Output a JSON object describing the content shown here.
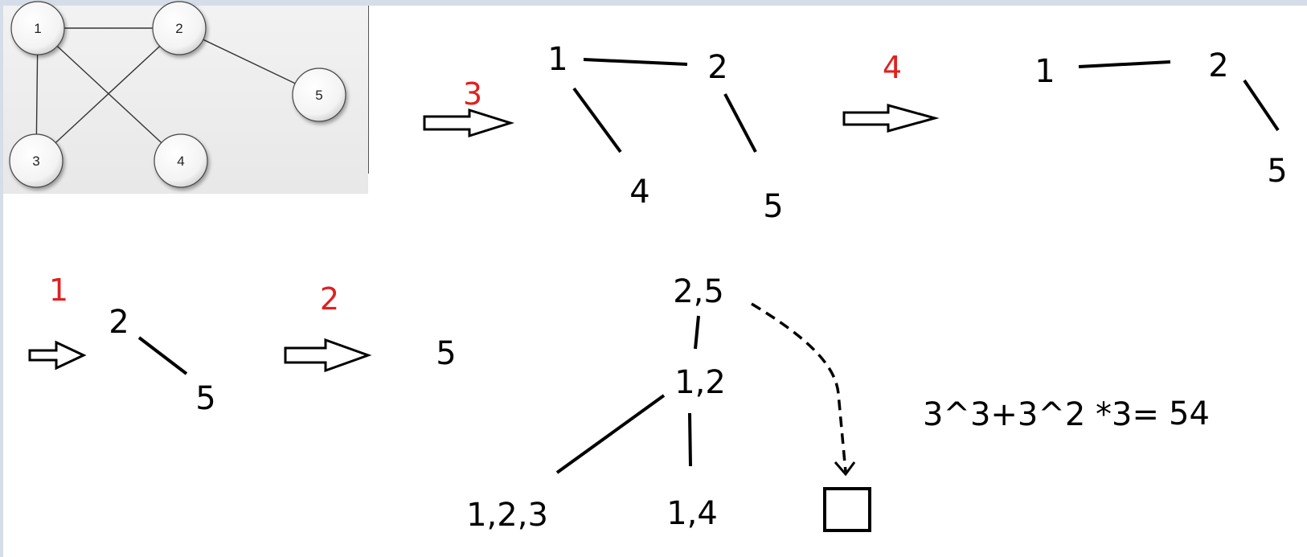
{
  "input_graph": {
    "nodes": [
      "1",
      "2",
      "3",
      "4",
      "5"
    ],
    "edges": [
      [
        "1",
        "2"
      ],
      [
        "1",
        "3"
      ],
      [
        "1",
        "4"
      ],
      [
        "2",
        "3"
      ],
      [
        "2",
        "5"
      ]
    ]
  },
  "step_labels": [
    "3",
    "4",
    "1",
    "2"
  ],
  "stage1_nodes": [
    "1",
    "2",
    "4",
    "5"
  ],
  "stage2_nodes": [
    "1",
    "2",
    "5"
  ],
  "stage3_nodes": [
    "2",
    "5"
  ],
  "stage4_nodes": [
    "5"
  ],
  "tree": {
    "root": "2,5",
    "child": "1,2",
    "leaf_left": "1,2,3",
    "leaf_right": "1,4"
  },
  "formula": "3^3+3^2 *3=",
  "result": "54",
  "colors": {
    "step_label": "#e0201f",
    "ink": "#000000",
    "panel": "#eeeeee"
  }
}
